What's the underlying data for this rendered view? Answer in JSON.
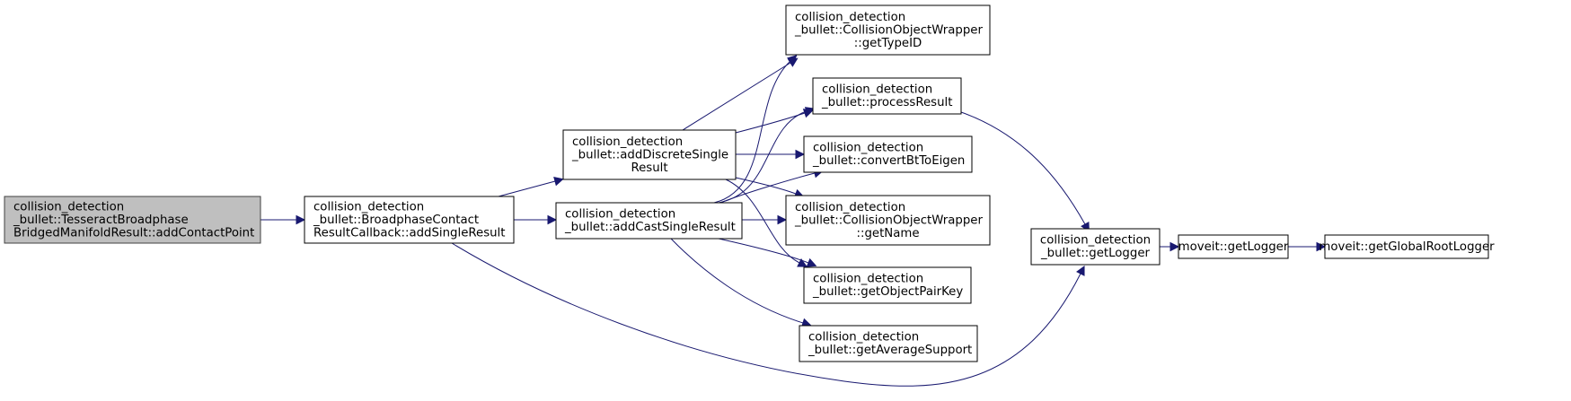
{
  "diagram": {
    "type": "call-graph",
    "colors": {
      "edge": "#191970",
      "root_fill": "#bfbfbf",
      "node_fill": "#ffffff",
      "border": "#000000"
    },
    "nodes": [
      {
        "id": "addContactPoint",
        "root": true,
        "align": "left",
        "lines": [
          "collision_detection",
          "_bullet::TesseractBroadphase",
          "BridgedManifoldResult::addContactPoint"
        ]
      },
      {
        "id": "addSingleResult",
        "align": "left",
        "lines": [
          "collision_detection",
          "_bullet::BroadphaseContact",
          "ResultCallback::addSingleResult"
        ]
      },
      {
        "id": "addDiscreteSingleResult",
        "align": "mixed",
        "lines": [
          "collision_detection",
          "_bullet::addDiscreteSingle",
          "Result"
        ]
      },
      {
        "id": "addCastSingleResult",
        "align": "left",
        "lines": [
          "collision_detection",
          "_bullet::addCastSingleResult"
        ]
      },
      {
        "id": "getTypeID",
        "align": "mixed",
        "lines": [
          "collision_detection",
          "_bullet::CollisionObjectWrapper",
          "::getTypeID"
        ]
      },
      {
        "id": "processResult",
        "align": "left",
        "lines": [
          "collision_detection",
          "_bullet::processResult"
        ]
      },
      {
        "id": "convertBtToEigen",
        "align": "left",
        "lines": [
          "collision_detection",
          "_bullet::convertBtToEigen"
        ]
      },
      {
        "id": "getName",
        "align": "mixed",
        "lines": [
          "collision_detection",
          "_bullet::CollisionObjectWrapper",
          "::getName"
        ]
      },
      {
        "id": "getObjectPairKey",
        "align": "left",
        "lines": [
          "collision_detection",
          "_bullet::getObjectPairKey"
        ]
      },
      {
        "id": "getAverageSupport",
        "align": "left",
        "lines": [
          "collision_detection",
          "_bullet::getAverageSupport"
        ]
      },
      {
        "id": "bulletGetLogger",
        "align": "center",
        "lines": [
          "collision_detection",
          "_bullet::getLogger"
        ]
      },
      {
        "id": "moveitGetLogger",
        "align": "center",
        "lines": [
          "moveit::getLogger"
        ]
      },
      {
        "id": "getGlobalRootLogger",
        "align": "center",
        "lines": [
          "moveit::getGlobalRootLogger"
        ]
      }
    ],
    "edges": [
      {
        "from": "addContactPoint",
        "to": "addSingleResult"
      },
      {
        "from": "addSingleResult",
        "to": "addDiscreteSingleResult"
      },
      {
        "from": "addSingleResult",
        "to": "addCastSingleResult"
      },
      {
        "from": "addSingleResult",
        "to": "bulletGetLogger"
      },
      {
        "from": "addDiscreteSingleResult",
        "to": "getTypeID"
      },
      {
        "from": "addDiscreteSingleResult",
        "to": "processResult"
      },
      {
        "from": "addDiscreteSingleResult",
        "to": "convertBtToEigen"
      },
      {
        "from": "addDiscreteSingleResult",
        "to": "getName"
      },
      {
        "from": "addDiscreteSingleResult",
        "to": "getObjectPairKey"
      },
      {
        "from": "addCastSingleResult",
        "to": "getTypeID"
      },
      {
        "from": "addCastSingleResult",
        "to": "processResult"
      },
      {
        "from": "addCastSingleResult",
        "to": "convertBtToEigen"
      },
      {
        "from": "addCastSingleResult",
        "to": "getName"
      },
      {
        "from": "addCastSingleResult",
        "to": "getObjectPairKey"
      },
      {
        "from": "addCastSingleResult",
        "to": "getAverageSupport"
      },
      {
        "from": "processResult",
        "to": "bulletGetLogger"
      },
      {
        "from": "bulletGetLogger",
        "to": "moveitGetLogger"
      },
      {
        "from": "moveitGetLogger",
        "to": "getGlobalRootLogger"
      }
    ]
  }
}
